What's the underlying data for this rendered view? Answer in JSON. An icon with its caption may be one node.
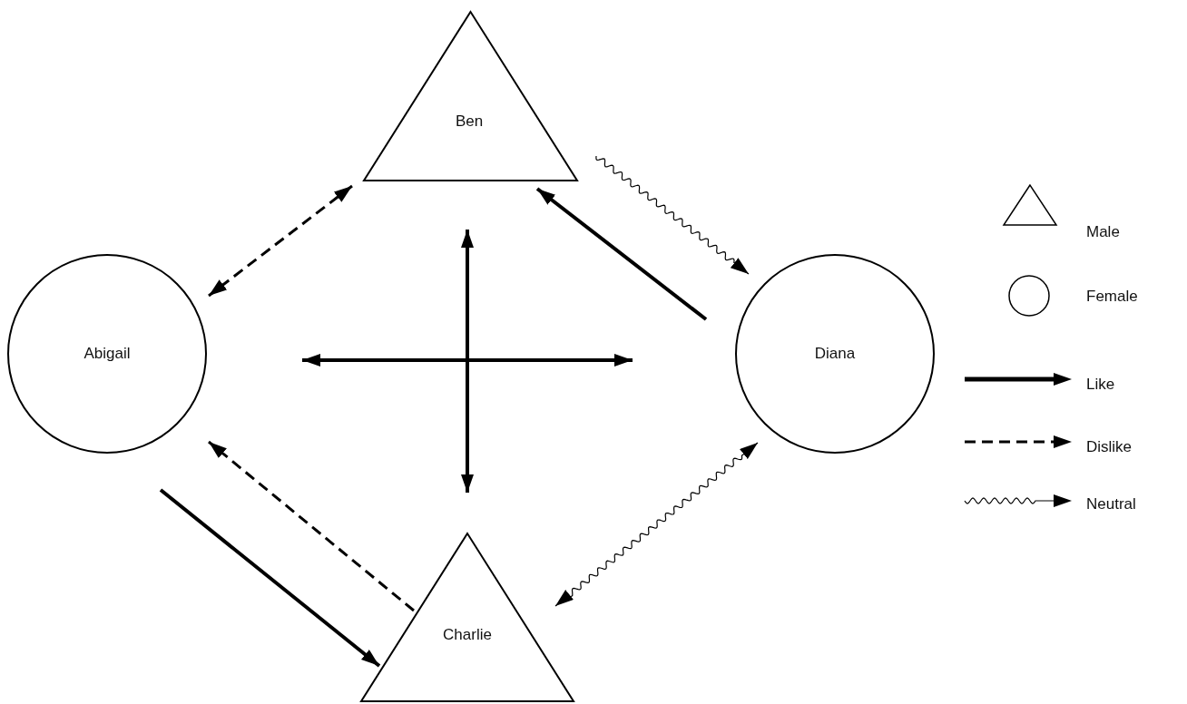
{
  "diagram": {
    "nodes": [
      {
        "text": [
          "Ben"
        ]
      },
      {
        "text": [
          "Abigail"
        ]
      },
      {
        "text": [
          "Diana"
        ]
      },
      {
        "text": [
          "Charlie"
        ]
      }
    ],
    "edges": [
      {
        "from": 0,
        "to": 1,
        "arrow": "both",
        "style": "dashed"
      },
      {
        "from": 0,
        "to": 3,
        "arrow": "both"
      },
      {
        "from": 1,
        "to": 2,
        "arrow": "both"
      },
      {
        "from": 2,
        "to": 0,
        "arrow": "to"
      },
      {
        "from": 0,
        "to": 2,
        "arrow": "to"
      },
      {
        "from": 1,
        "to": 3,
        "arrow": "to"
      },
      {
        "from": 3,
        "to": 1,
        "arrow": "to",
        "style": "dashed"
      },
      {
        "from": 3,
        "to": 2,
        "arrow": "both"
      }
    ],
    "legend": [
      {
        "text": "Male"
      },
      {
        "text": "Female"
      },
      {
        "text": "Like"
      },
      {
        "text": "Dislike"
      },
      {
        "text": "Neutral"
      }
    ]
  }
}
